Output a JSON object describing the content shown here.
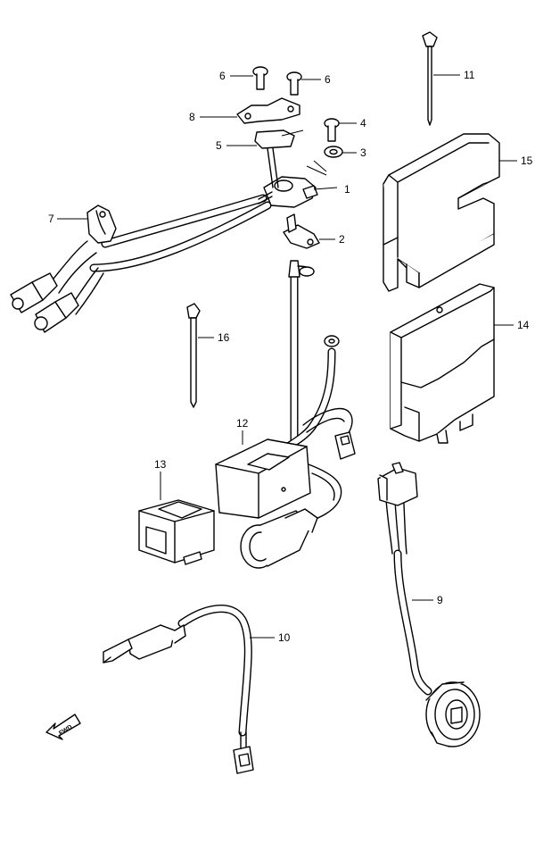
{
  "parts": [
    {
      "id": "callout-1",
      "number": "1"
    },
    {
      "id": "callout-2",
      "number": "2"
    },
    {
      "id": "callout-3",
      "number": "3"
    },
    {
      "id": "callout-4",
      "number": "4"
    },
    {
      "id": "callout-5",
      "number": "5"
    },
    {
      "id": "callout-6a",
      "number": "6"
    },
    {
      "id": "callout-6b",
      "number": "6"
    },
    {
      "id": "callout-7",
      "number": "7"
    },
    {
      "id": "callout-8",
      "number": "8"
    },
    {
      "id": "callout-9",
      "number": "9"
    },
    {
      "id": "callout-10",
      "number": "10"
    },
    {
      "id": "callout-11",
      "number": "11"
    },
    {
      "id": "callout-12",
      "number": "12"
    },
    {
      "id": "callout-13",
      "number": "13"
    },
    {
      "id": "callout-14",
      "number": "14"
    },
    {
      "id": "callout-15",
      "number": "15"
    },
    {
      "id": "callout-16",
      "number": "16"
    }
  ],
  "direction_marker": {
    "label": "FWD"
  }
}
